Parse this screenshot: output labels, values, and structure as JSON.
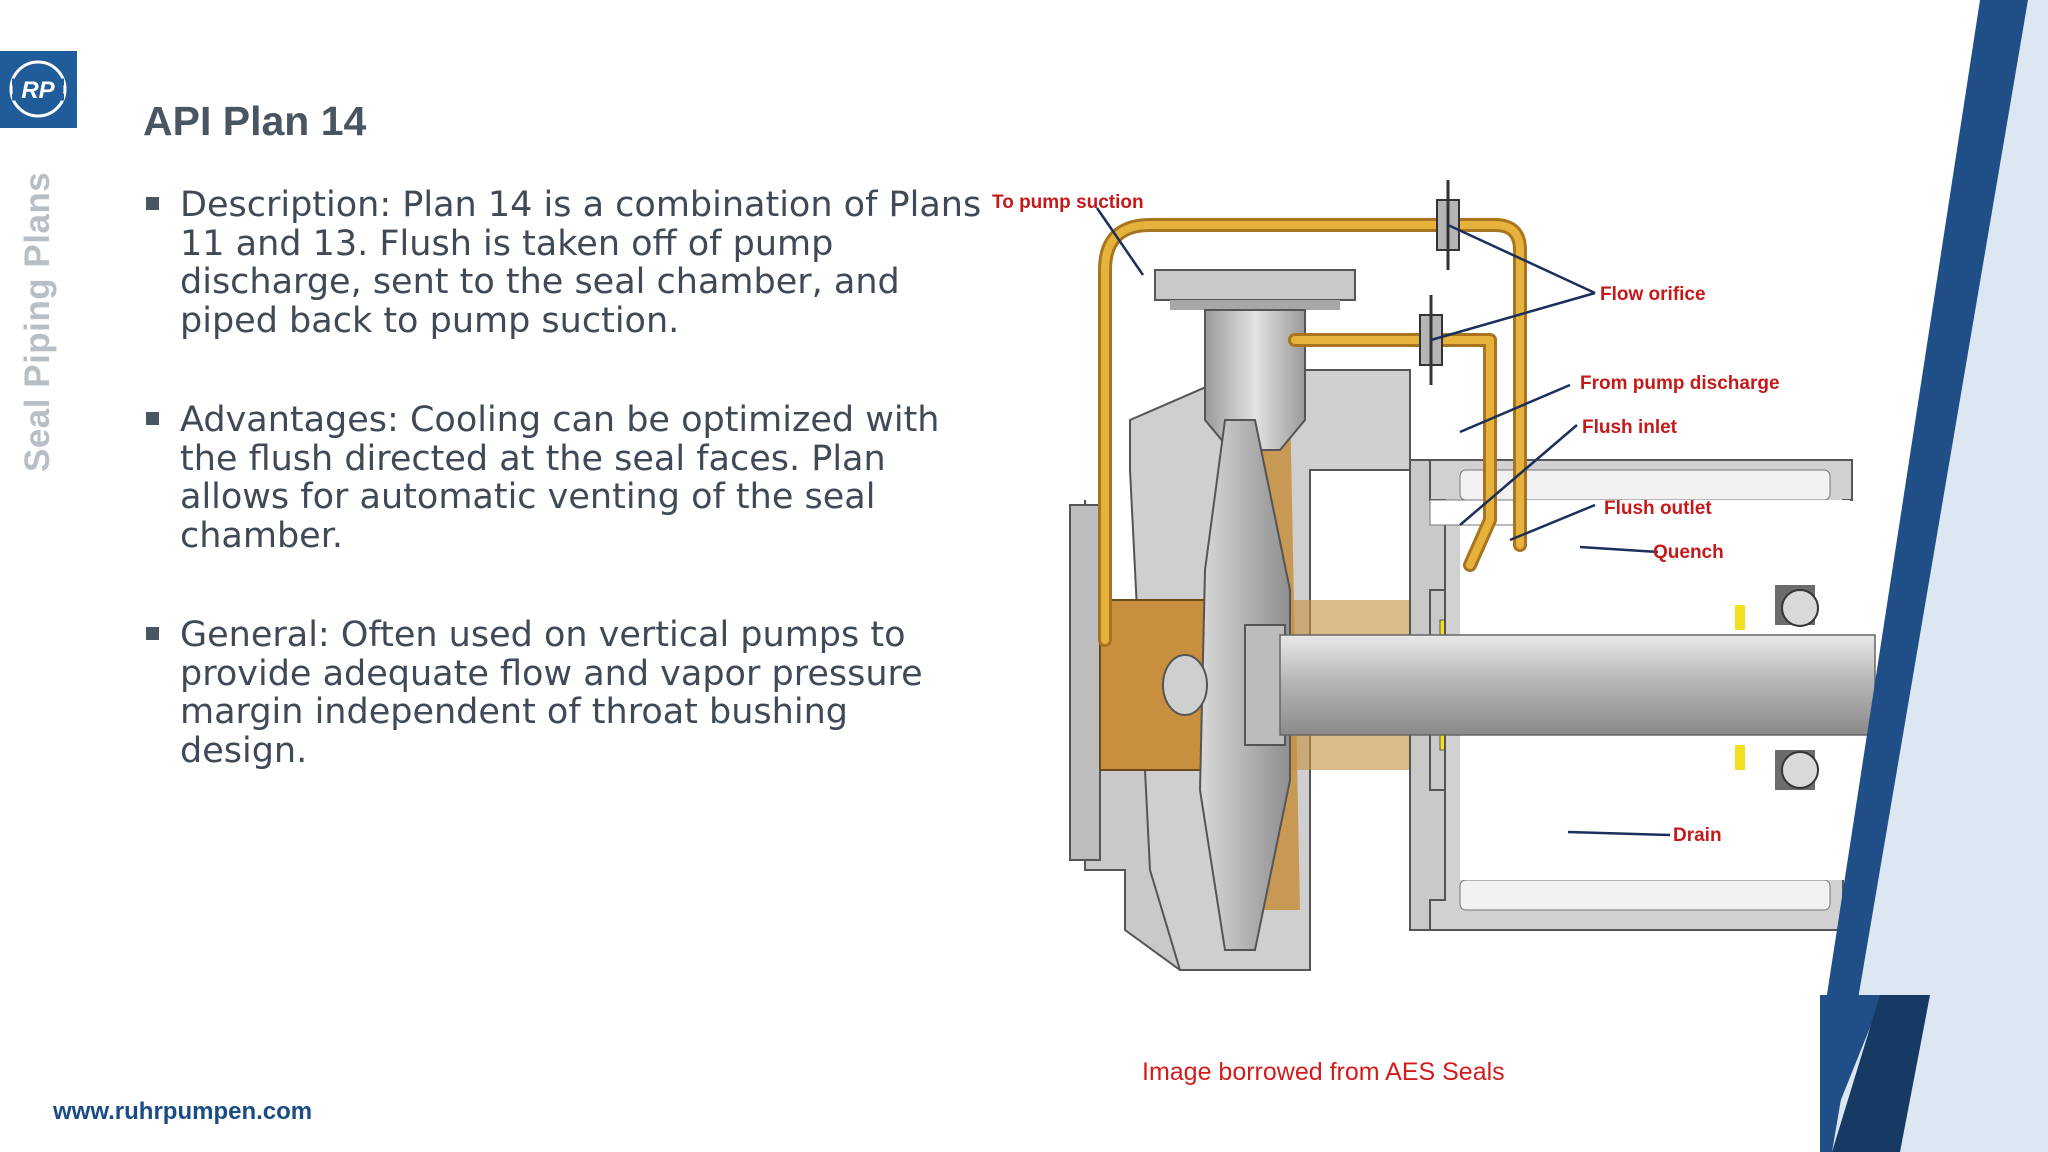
{
  "logo": {
    "text": "RP"
  },
  "sidebar": {
    "title": "Seal Piping Plans"
  },
  "slide": {
    "title": "API Plan 14",
    "bullets": [
      {
        "text": "Description: Plan 14 is a combination of Plans\n11 and 13.  Flush is taken off of pump\ndischarge, sent to the seal chamber, and\npiped back to pump suction."
      },
      {
        "text": "Advantages: Cooling can be optimized with\nthe flush directed at the seal faces.  Plan\nallows for automatic venting of the seal\nchamber."
      },
      {
        "text": "General: Often used on vertical pumps to\nprovide adequate flow and vapor pressure\nmargin independent of throat bushing design."
      }
    ]
  },
  "diagram": {
    "callouts": {
      "to_pump_suction": "To pump suction",
      "flow_orifice": "Flow orifice",
      "from_pump_discharge": "From pump discharge",
      "flush_inlet": "Flush inlet",
      "flush_outlet": "Flush outlet",
      "quench": "Quench",
      "drain": "Drain"
    },
    "credit": "Image borrowed from AES Seals"
  },
  "footer": {
    "url": "www.ruhrpumpen.com"
  },
  "colors": {
    "brand_blue": "#1f5c99",
    "dark_navy": "#163a63",
    "title_gray": "#4a5562",
    "callout_red": "#c41a1a",
    "flush_amber": "#d79a1e"
  }
}
